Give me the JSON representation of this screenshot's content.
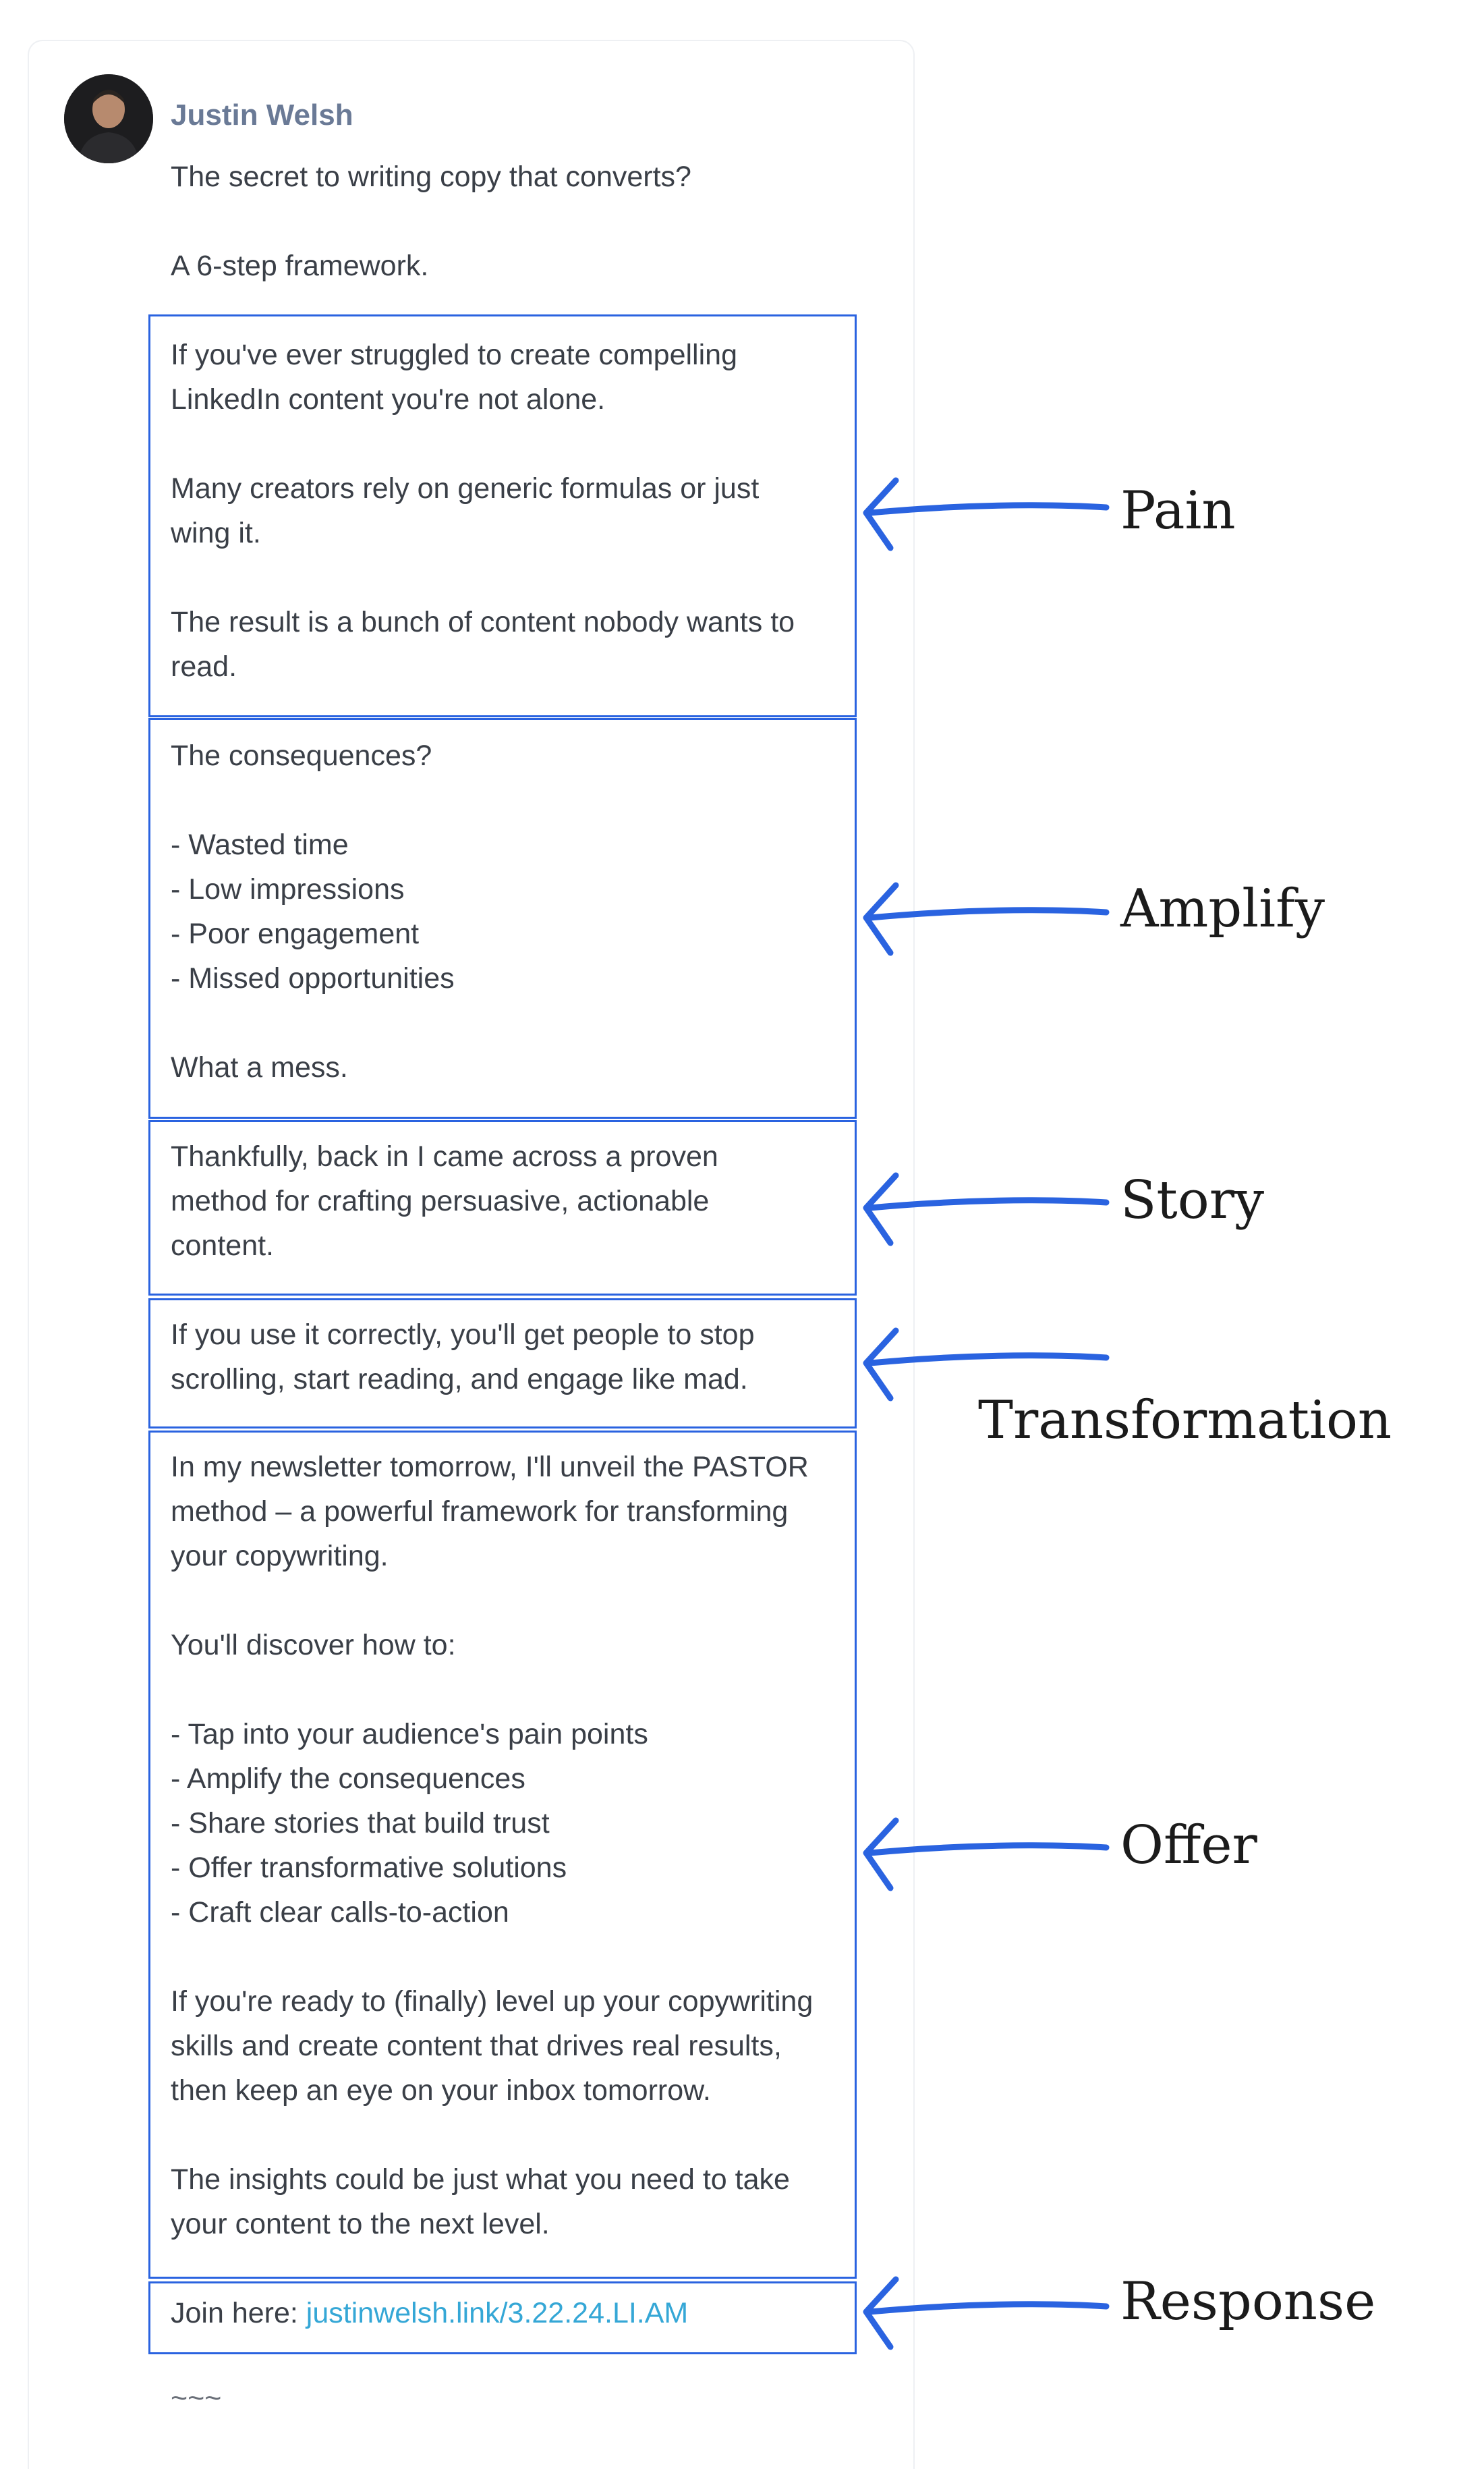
{
  "post": {
    "author": "Justin Welsh",
    "hook": "The secret to writing copy that converts?",
    "subhook": "A 6-step framework.",
    "pain": {
      "p1": [
        "If you've ever struggled to create compelling",
        "LinkedIn content you're not alone."
      ],
      "p2": [
        "Many creators rely on generic formulas or just",
        "wing it."
      ],
      "p3": [
        "The result is a bunch of content nobody wants to",
        "read."
      ]
    },
    "amplify": {
      "intro": "The consequences?",
      "items": [
        "- Wasted time",
        "- Low impressions",
        "- Poor engagement",
        "- Missed opportunities"
      ],
      "outro": "What a mess."
    },
    "story": [
      "Thankfully, back in I came across a proven",
      "method for crafting persuasive, actionable",
      "content."
    ],
    "transformation": [
      "If you use it correctly, you'll get people to stop",
      "scrolling, start reading, and engage like mad."
    ],
    "offer": {
      "intro": [
        "In my newsletter tomorrow, I'll unveil the PASTOR",
        "method – a powerful framework for transforming",
        "your copywriting."
      ],
      "discover": "You'll discover how to:",
      "items": [
        "- Tap into your audience's pain points",
        "- Amplify the consequences",
        "- Share stories that build trust",
        "- Offer transformative solutions",
        "- Craft clear calls-to-action"
      ],
      "ready": [
        "If you're ready to (finally) level up your copywriting",
        "skills and create content that drives real results,",
        "then keep an eye on your inbox tomorrow."
      ],
      "insights": [
        "The insights could be just what you need to take",
        "your content to the next level."
      ]
    },
    "response": {
      "prefix": "Join here: ",
      "link": "justinwelsh.link/3.22.24.LI.AM"
    },
    "trailer": "~~~"
  },
  "annotations": {
    "pain": "Pain",
    "amplify": "Amplify",
    "story": "Story",
    "transformation": "Transformation",
    "offer": "Offer",
    "response": "Response"
  },
  "colors": {
    "box_border": "#2a63e0",
    "arrow": "#2a63e0",
    "author": "#6a7a96",
    "link": "#35a7d6",
    "text": "#3a3f47"
  },
  "icons": [
    "avatar",
    "arrow-left-icon"
  ]
}
